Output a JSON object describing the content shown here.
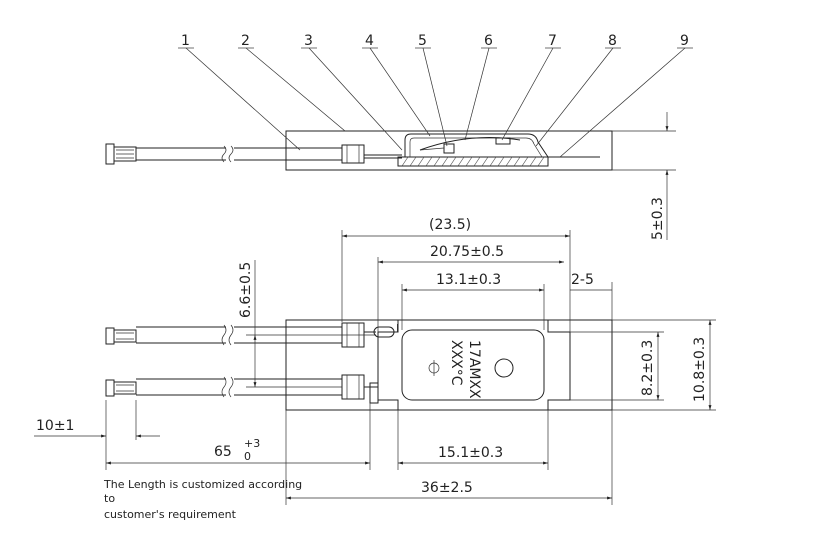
{
  "callouts": [
    "1",
    "2",
    "3",
    "4",
    "5",
    "6",
    "7",
    "8",
    "9"
  ],
  "dims": {
    "overall_body": "(23.5)",
    "case_length": "20.75±0.5",
    "window_length": "13.1±0.3",
    "gap": "2-5",
    "thickness": "5±0.3",
    "lead_pitch": "6.6±0.5",
    "strip": "10±1",
    "lead_length_base": "65",
    "lead_tol_upper": "+3",
    "lead_tol_lower": "0",
    "body_length": "15.1±0.3",
    "total_length": "36±2.5",
    "case_width": "8.2±0.3",
    "sleeve_width": "10.8±0.3"
  },
  "marking": {
    "line1": "17AMXX",
    "line2": "XXX°C"
  },
  "note": {
    "line1": "The Length is customized according to",
    "line2": "customer's requirement"
  }
}
